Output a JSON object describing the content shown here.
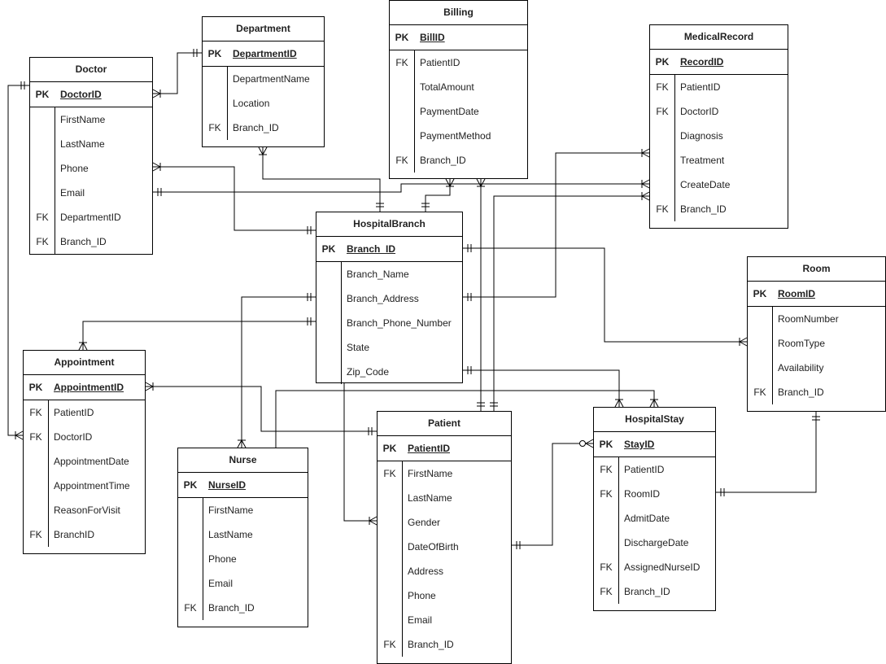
{
  "diagram": {
    "entities": [
      {
        "id": "department",
        "title": "Department",
        "pk": {
          "key": "PK",
          "name": "DepartmentID"
        },
        "attrs": [
          {
            "key": "",
            "name": "DepartmentName"
          },
          {
            "key": "",
            "name": "Location"
          },
          {
            "key": "FK",
            "name": "Branch_ID"
          }
        ]
      },
      {
        "id": "billing",
        "title": "Billing",
        "pk": {
          "key": "PK",
          "name": "BillID"
        },
        "attrs": [
          {
            "key": "FK",
            "name": "PatientID"
          },
          {
            "key": "",
            "name": "TotalAmount"
          },
          {
            "key": "",
            "name": "PaymentDate"
          },
          {
            "key": "",
            "name": "PaymentMethod"
          },
          {
            "key": "FK",
            "name": "Branch_ID"
          }
        ]
      },
      {
        "id": "medicalrecord",
        "title": "MedicalRecord",
        "pk": {
          "key": "PK",
          "name": "RecordID"
        },
        "attrs": [
          {
            "key": "FK",
            "name": "PatientID"
          },
          {
            "key": "FK",
            "name": "DoctorID"
          },
          {
            "key": "",
            "name": "Diagnosis"
          },
          {
            "key": "",
            "name": "Treatment"
          },
          {
            "key": "",
            "name": "CreateDate"
          },
          {
            "key": "FK",
            "name": "Branch_ID"
          }
        ]
      },
      {
        "id": "doctor",
        "title": "Doctor",
        "pk": {
          "key": "PK",
          "name": "DoctorID"
        },
        "attrs": [
          {
            "key": "",
            "name": "FirstName"
          },
          {
            "key": "",
            "name": "LastName"
          },
          {
            "key": "",
            "name": "Phone"
          },
          {
            "key": "",
            "name": "Email"
          },
          {
            "key": "FK",
            "name": "DepartmentID"
          },
          {
            "key": "FK",
            "name": "Branch_ID"
          }
        ]
      },
      {
        "id": "hospitalbranch",
        "title": "HospitalBranch",
        "pk": {
          "key": "PK",
          "name": "Branch_ID"
        },
        "attrs": [
          {
            "key": "",
            "name": "Branch_Name"
          },
          {
            "key": "",
            "name": "Branch_Address"
          },
          {
            "key": "",
            "name": "Branch_Phone_Number"
          },
          {
            "key": "",
            "name": "State"
          },
          {
            "key": "",
            "name": "Zip_Code"
          }
        ]
      },
      {
        "id": "room",
        "title": "Room",
        "pk": {
          "key": "PK",
          "name": "RoomID"
        },
        "attrs": [
          {
            "key": "",
            "name": "RoomNumber"
          },
          {
            "key": "",
            "name": "RoomType"
          },
          {
            "key": "",
            "name": "Availability"
          },
          {
            "key": "FK",
            "name": "Branch_ID"
          }
        ]
      },
      {
        "id": "appointment",
        "title": "Appointment",
        "pk": {
          "key": "PK",
          "name": "AppointmentID"
        },
        "attrs": [
          {
            "key": "FK",
            "name": "PatientID"
          },
          {
            "key": "FK",
            "name": "DoctorID"
          },
          {
            "key": "",
            "name": "AppointmentDate"
          },
          {
            "key": "",
            "name": "AppointmentTime"
          },
          {
            "key": "",
            "name": "ReasonForVisit"
          },
          {
            "key": "FK",
            "name": "BranchID"
          }
        ]
      },
      {
        "id": "nurse",
        "title": "Nurse",
        "pk": {
          "key": "PK",
          "name": "NurseID"
        },
        "attrs": [
          {
            "key": "",
            "name": "FirstName"
          },
          {
            "key": "",
            "name": "LastName"
          },
          {
            "key": "",
            "name": "Phone"
          },
          {
            "key": "",
            "name": "Email"
          },
          {
            "key": "FK",
            "name": "Branch_ID"
          }
        ]
      },
      {
        "id": "patient",
        "title": "Patient",
        "pk": {
          "key": "PK",
          "name": "PatientID"
        },
        "attrs": [
          {
            "key": "FK",
            "name": "FirstName"
          },
          {
            "key": "",
            "name": "LastName"
          },
          {
            "key": "",
            "name": "Gender"
          },
          {
            "key": "",
            "name": "DateOfBirth"
          },
          {
            "key": "",
            "name": "Address"
          },
          {
            "key": "",
            "name": "Phone"
          },
          {
            "key": "",
            "name": "Email"
          },
          {
            "key": "FK",
            "name": "Branch_ID"
          }
        ]
      },
      {
        "id": "hospitalstay",
        "title": "HospitalStay",
        "pk": {
          "key": "PK",
          "name": "StayID"
        },
        "attrs": [
          {
            "key": "FK",
            "name": "PatientID"
          },
          {
            "key": "FK",
            "name": "RoomID"
          },
          {
            "key": "",
            "name": "AdmitDate"
          },
          {
            "key": "",
            "name": "DischargeDate"
          },
          {
            "key": "FK",
            "name": "AssignedNurseID"
          },
          {
            "key": "FK",
            "name": "Branch_ID"
          }
        ]
      }
    ]
  }
}
